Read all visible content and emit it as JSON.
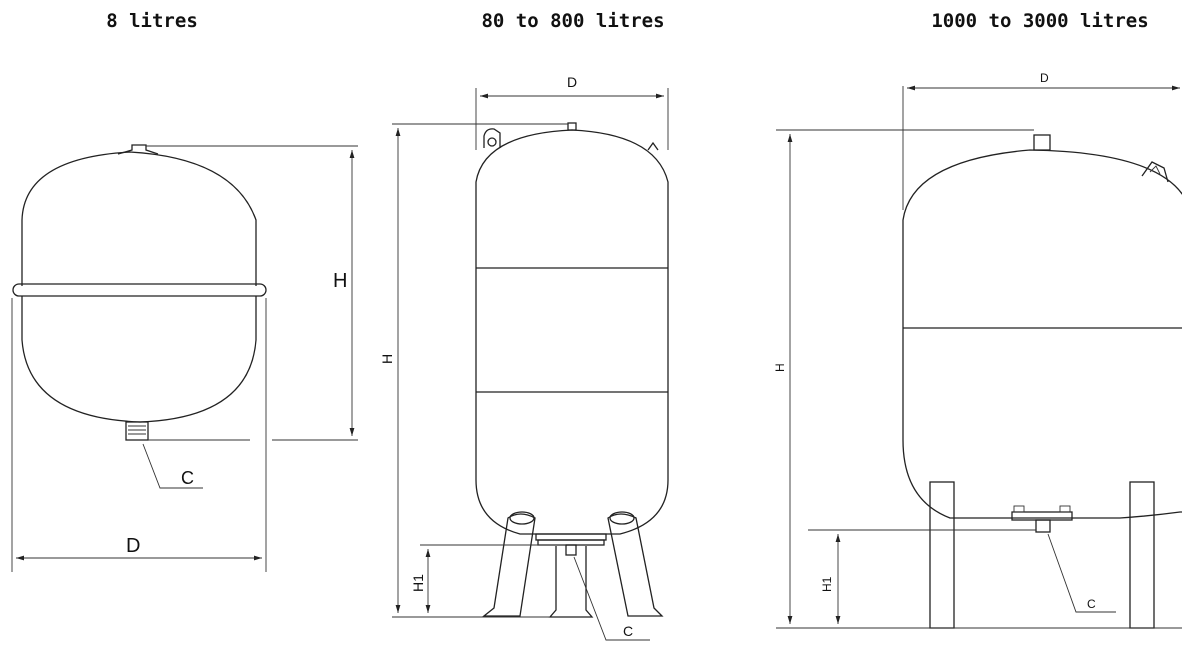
{
  "titles": {
    "small": "8 litres",
    "medium": "80 to 800 litres",
    "large": "1000 to 3000 litres"
  },
  "labels": {
    "small": {
      "h": "H",
      "d": "D",
      "c": "C"
    },
    "medium": {
      "h": "H",
      "d": "D",
      "h1": "H1",
      "c": "C"
    },
    "large": {
      "h": "H",
      "d": "D",
      "h1": "H1",
      "c": "C"
    }
  }
}
